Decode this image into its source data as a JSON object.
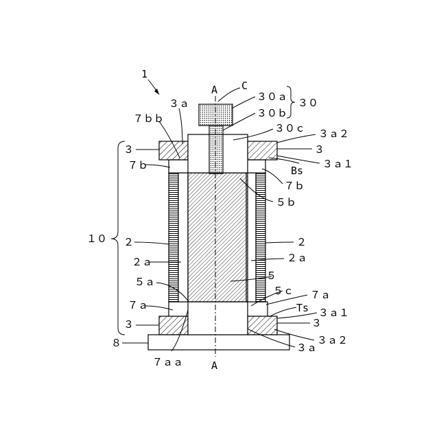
{
  "figure_ref": "1",
  "axis": {
    "top": "A",
    "bottom": "A"
  },
  "labels": {
    "C": "C",
    "l30a": "３０ａ",
    "l30b": "３０ｂ",
    "l30c": "３０ｃ",
    "l30": "３０",
    "l3a_top": "３ａ",
    "l7bb": "７ｂｂ",
    "l3a2_top": "３ａ２",
    "l3_left_top": "３",
    "l3_right_top": "３",
    "l7b_left": "７ｂ",
    "lBs": "Bs",
    "l3a1_top": "３ａ１",
    "l7b_right": "７ｂ",
    "l5b": "５ｂ",
    "l10": "１０",
    "l2_left": "２",
    "l2_right": "２",
    "l2a_left": "２ａ",
    "l2a_right": "２ａ",
    "l5a": "５ａ",
    "l5": "５",
    "l5c": "５ｃ",
    "l7a_right": "７ａ",
    "l7a_left": "７ａ",
    "lTs": "Ts",
    "l3a1_bottom": "３ａ１",
    "l3_left_bottom": "３",
    "l3_right_bottom": "３",
    "l3a2_bottom": "３ａ２",
    "l8": "８",
    "l3a_bottom": "３ａ",
    "l7aa": "７ａａ"
  }
}
